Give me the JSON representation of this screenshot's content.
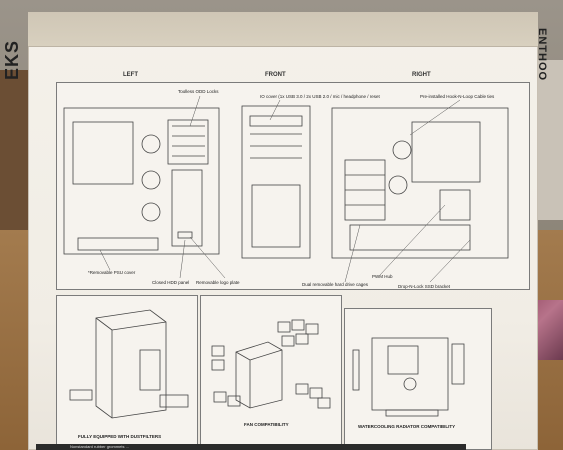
{
  "brand": {
    "left_text": "EKS",
    "right_text": "ENTHOO"
  },
  "view_headers": {
    "left": "LEFT",
    "front": "FRONT",
    "right": "RIGHT"
  },
  "callouts": {
    "toolless_odd_locks": "Toolless ODD Locks",
    "io_cover": "IO cover (1x USB 3.0 / 2x USB 2.0 / mic / headphone / reset",
    "hook_n_loop": "Pre-installed Hook-N-Loop Cable ties",
    "removable_psu_cover": "*Removable PSU cover",
    "closed_hdd_panel": "Closed HDD panel",
    "removable_logo_plate": "Removable logo plate",
    "dual_removable_cages": "Dual removable hard drive cages",
    "pwm_hub": "PWM Hub",
    "drop_n_lock": "Drop-N-Lock SSD bracket"
  },
  "panel_captions": {
    "dust_filters": "FULLY EQUIPPED WITH DUSTFILTERS",
    "fan_compat": "FAN COMPATIBILITY",
    "watercooling": "WATERCOOLING RADIATOR COMPATIBILITY"
  },
  "footer": {
    "text": "Nonstandard rubber grommets ... "
  },
  "colors": {
    "box": "#f2efe8",
    "tape": "#d3cab9",
    "line_art": "#444444",
    "floor": "#9a7044"
  }
}
